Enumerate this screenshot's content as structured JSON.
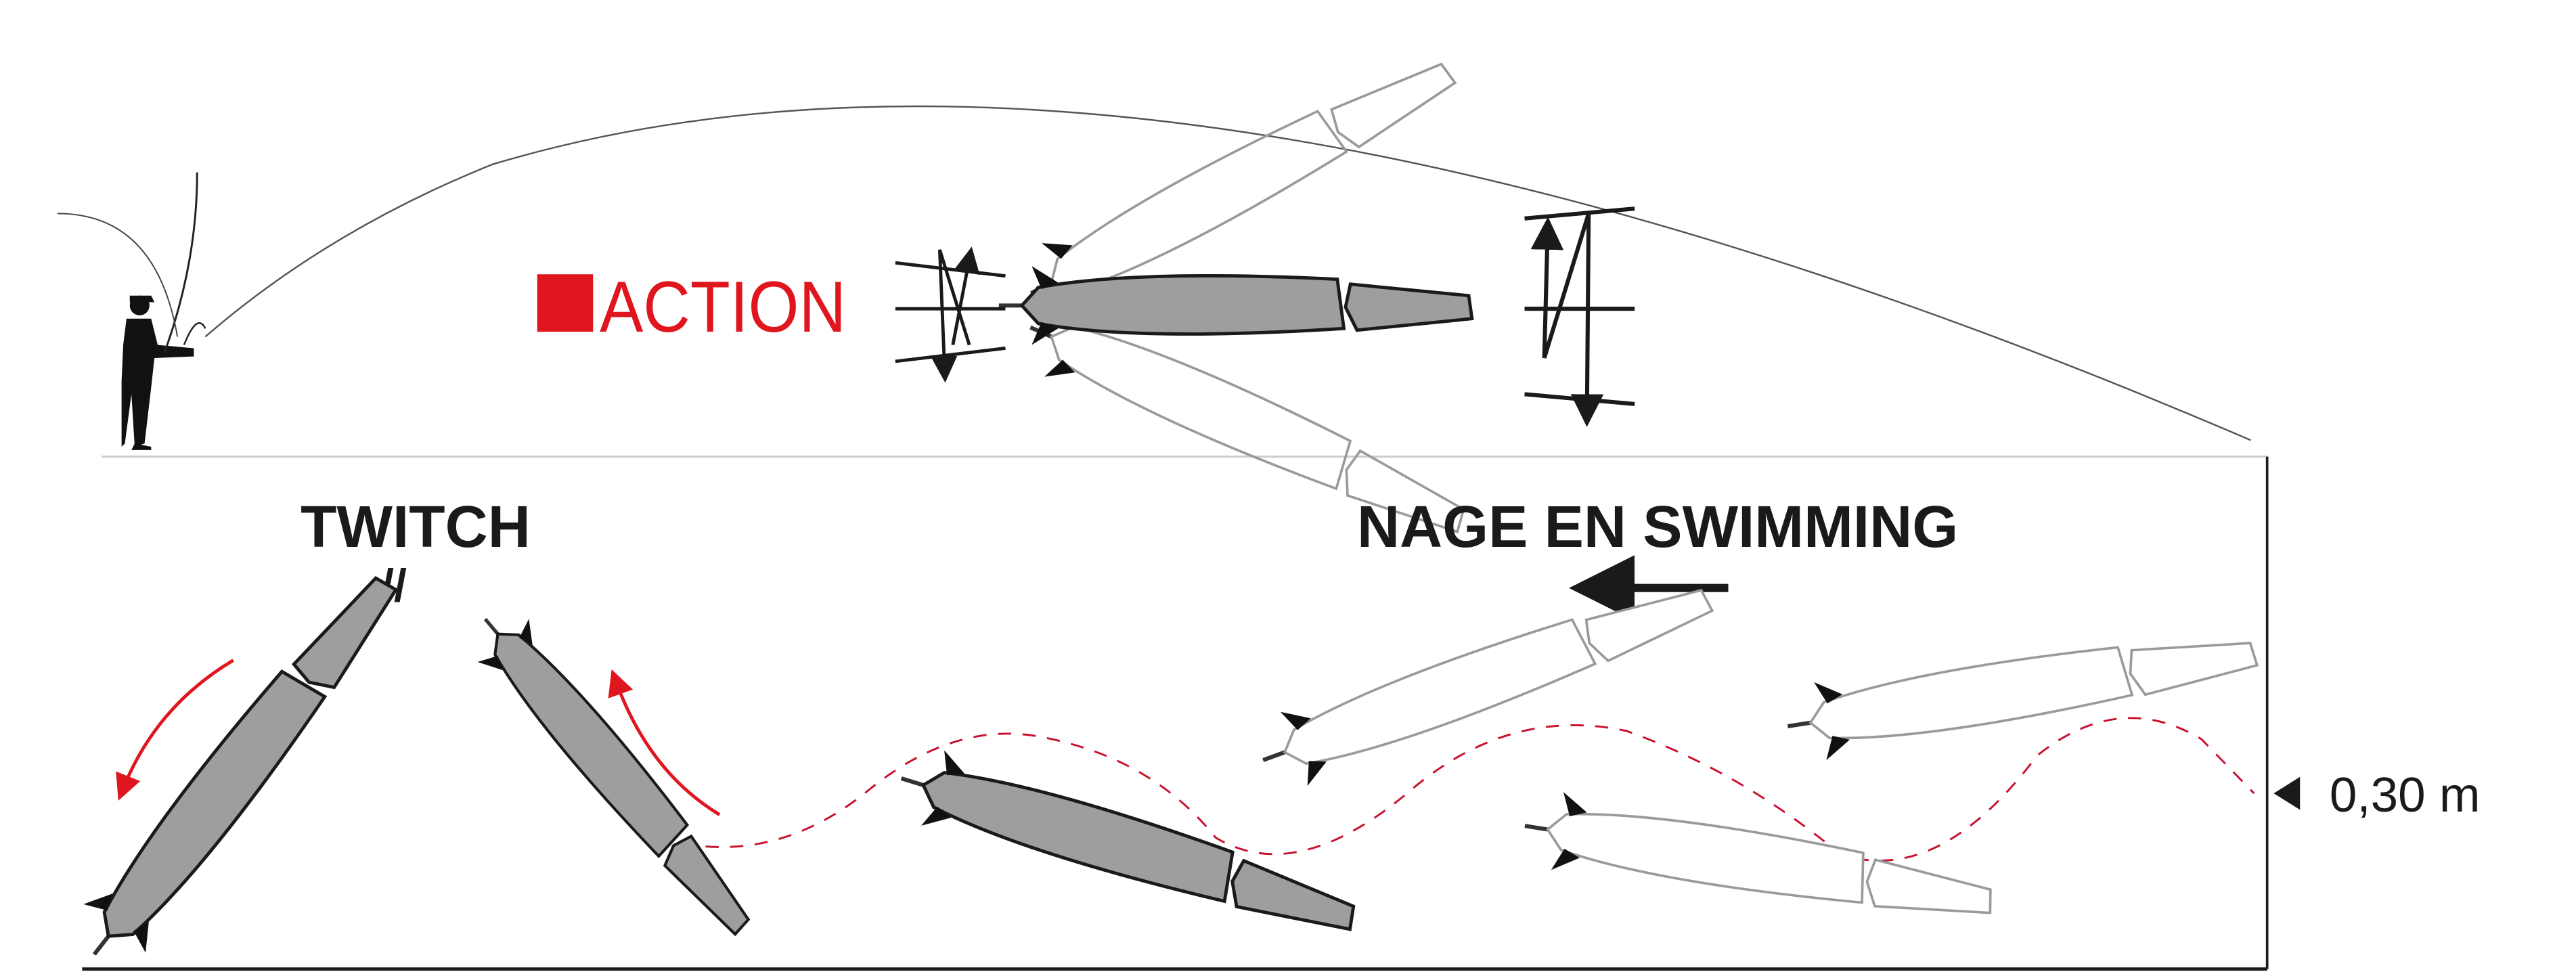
{
  "labels": {
    "action": "ACTION",
    "twitch": "TWITCH",
    "twitch_pause_mark": "//",
    "swimming": "NAGE EN SWIMMING",
    "depth": "0,30 m"
  },
  "colors": {
    "accent_red": "#e0161e",
    "lure_fill": "#9d9e a0",
    "ghost_stroke": "#9a9a9a",
    "ink": "#1a1a1a"
  }
}
